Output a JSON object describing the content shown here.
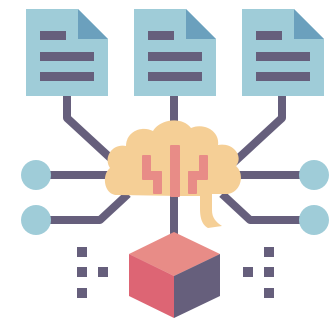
{
  "illustration": {
    "subject": "brain-network-icon",
    "colors": {
      "document": "#9fccd8",
      "document_fold": "#6ba0bd",
      "text_line": "#665f7c",
      "connector": "#665f7c",
      "brain": "#f5cf96",
      "brain_core": "#e88c87",
      "node": "#9fccd8",
      "cube_top": "#e88c87",
      "cube_left": "#dd6574",
      "cube_right": "#665f7c",
      "dots": "#665f7c"
    },
    "documents": [
      "left",
      "center",
      "right"
    ],
    "side_nodes": [
      "left-top",
      "left-bottom",
      "right-top",
      "right-bottom"
    ]
  }
}
